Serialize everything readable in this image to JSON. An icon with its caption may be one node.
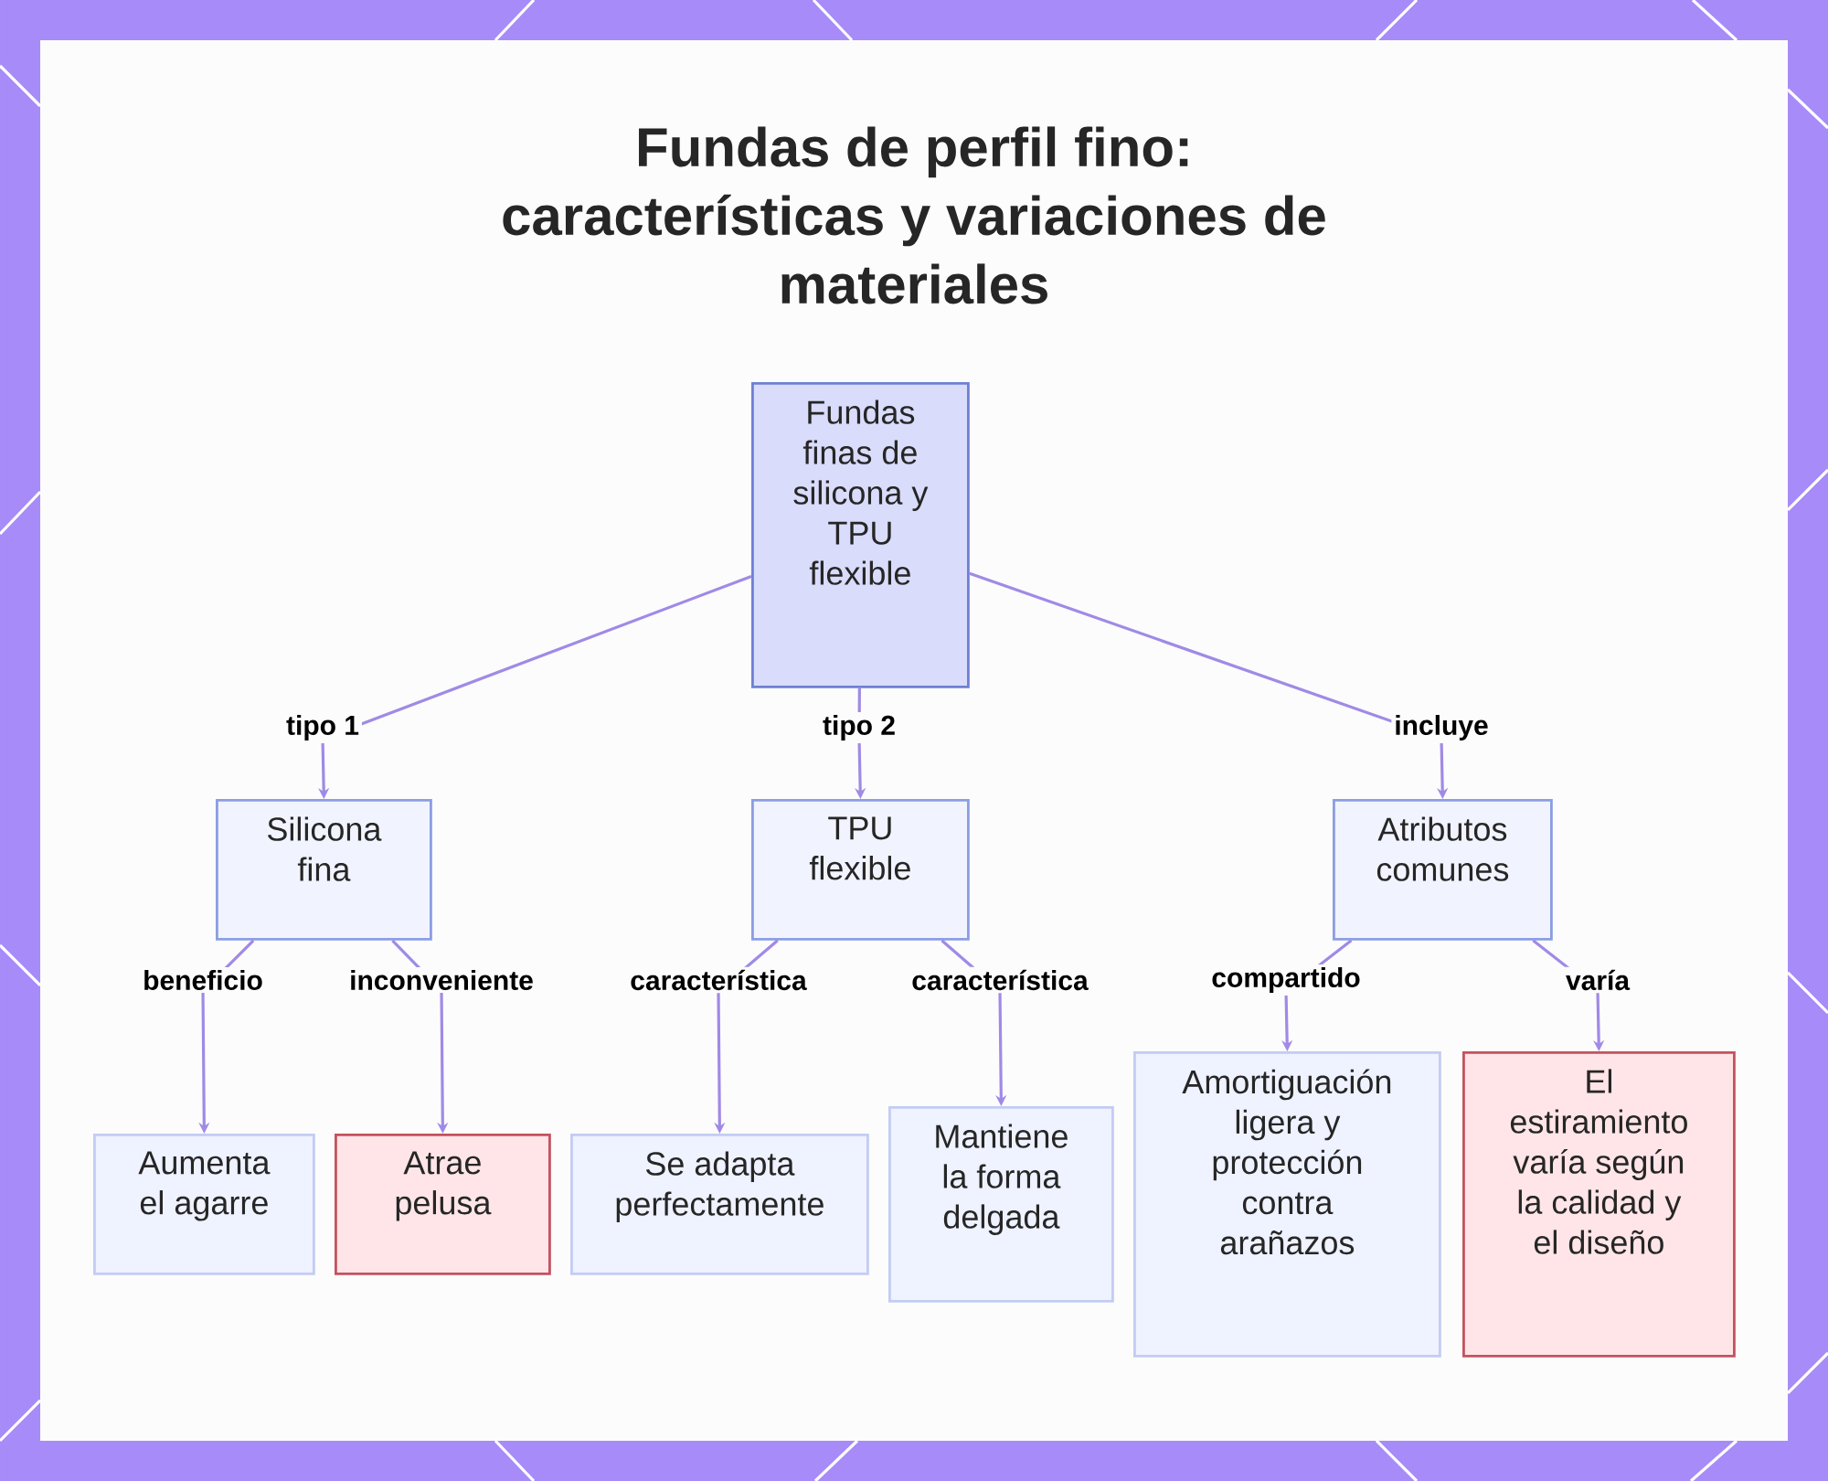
{
  "diagram": {
    "title": "Fundas de perfil fino: características y variaciones de materiales",
    "nodes": [
      {
        "text": [
          "Fundas finas de silicona y TPU flexible"
        ]
      },
      {
        "text": [
          "Silicona fina"
        ]
      },
      {
        "text": [
          "TPU flexible"
        ]
      },
      {
        "text": [
          "Atributos comunes"
        ]
      },
      {
        "text": [
          "Aumenta el agarre"
        ]
      },
      {
        "text": [
          "Atrae pelusa"
        ]
      },
      {
        "text": [
          "Se adapta perfectamente"
        ]
      },
      {
        "text": [
          "Mantiene la forma delgada"
        ]
      },
      {
        "text": [
          "Amortiguación ligera y protección contra arañazos"
        ]
      },
      {
        "text": [
          "El estiramiento varía según la calidad y el diseño"
        ]
      }
    ],
    "edges": [
      {
        "from": 0,
        "to": 1,
        "arrow": "to",
        "label": "tipo 1"
      },
      {
        "from": 0,
        "to": 2,
        "arrow": "to",
        "label": "tipo 2"
      },
      {
        "from": 0,
        "to": 3,
        "arrow": "to",
        "label": "incluye"
      },
      {
        "from": 1,
        "to": 4,
        "arrow": "to",
        "label": "beneficio"
      },
      {
        "from": 1,
        "to": 5,
        "arrow": "to",
        "label": "inconveniente"
      },
      {
        "from": 2,
        "to": 6,
        "arrow": "to",
        "label": "característica"
      },
      {
        "from": 2,
        "to": 7,
        "arrow": "to",
        "label": "característica"
      },
      {
        "from": 3,
        "to": 8,
        "arrow": "to",
        "label": "compartido"
      },
      {
        "from": 3,
        "to": 9,
        "arrow": "to",
        "label": "varía"
      }
    ]
  }
}
